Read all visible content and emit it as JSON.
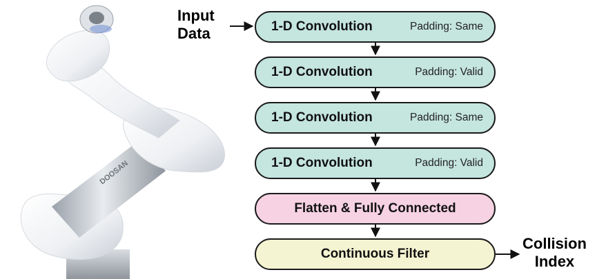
{
  "input_label": [
    "Input",
    "Data"
  ],
  "output_label": [
    "Collision",
    "Index"
  ],
  "robot": {
    "brand_text": "DOOSAN"
  },
  "stages": [
    {
      "name": "1-D Convolution",
      "padding": "Padding: Same",
      "kind": "conv",
      "color": "#c5e5df"
    },
    {
      "name": "1-D Convolution",
      "padding": "Padding: Valid",
      "kind": "conv",
      "color": "#c5e5df"
    },
    {
      "name": "1-D Convolution",
      "padding": "Padding: Same",
      "kind": "conv",
      "color": "#c5e5df"
    },
    {
      "name": "1-D Convolution",
      "padding": "Padding: Valid",
      "kind": "conv",
      "color": "#c5e5df"
    },
    {
      "name": "Flatten & Fully Connected",
      "padding": "",
      "kind": "fc",
      "color": "#f6d2e2"
    },
    {
      "name": "Continuous Filter",
      "padding": "",
      "kind": "filter",
      "color": "#f4f4d2"
    }
  ]
}
